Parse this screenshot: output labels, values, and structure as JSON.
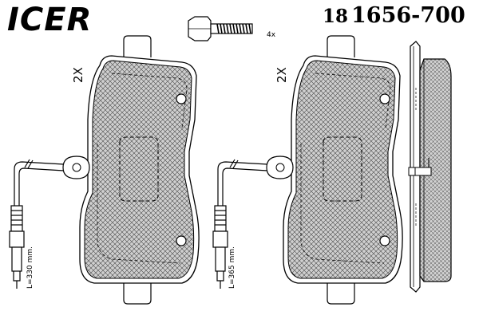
{
  "header": {
    "brand": "ICER",
    "part_prefix": "18",
    "part_number": "1656-700"
  },
  "annotations": {
    "bolt_quantity": "4x",
    "pad_quantity_left": "2X",
    "pad_quantity_right": "2X",
    "sensor_length_left": "L=330 mm.",
    "sensor_length_right": "L=365 mm."
  },
  "colors": {
    "line": "#000000",
    "pad_fill": "#cfcfcf",
    "background": "#ffffff"
  }
}
